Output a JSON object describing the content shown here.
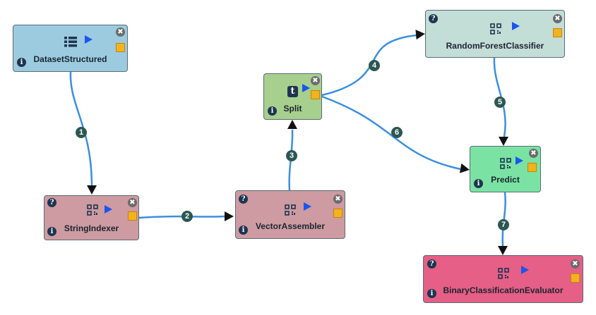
{
  "nodes": [
    {
      "key": "datasetstructured",
      "title": "DatasetStructured",
      "color": "#9ccbe0",
      "icon": "list-icon"
    },
    {
      "key": "stringindexer",
      "title": "StringIndexer",
      "color": "#cd9ba1",
      "icon": "qr-code-icon"
    },
    {
      "key": "vectorassembler",
      "title": "VectorAssembler",
      "color": "#cd9ba1",
      "icon": "qr-code-icon"
    },
    {
      "key": "split",
      "title": "Split",
      "color": "#a7cf8d",
      "icon": "t-icon",
      "icon_letter": "t"
    },
    {
      "key": "randomforestclassifier",
      "title": "RandomForestClassifier",
      "color": "#c3ddd7",
      "icon": "qr-code-icon"
    },
    {
      "key": "predict",
      "title": "Predict",
      "color": "#7ae3a3",
      "icon": "qr-code-icon"
    },
    {
      "key": "binaryclassificationevaluator",
      "title": "BinaryClassificationEvaluator",
      "color": "#e55f86",
      "icon": "qr-code-icon"
    }
  ],
  "edges": [
    {
      "label": "1",
      "from": "datasetstructured",
      "to": "stringindexer"
    },
    {
      "label": "2",
      "from": "stringindexer",
      "to": "vectorassembler"
    },
    {
      "label": "3",
      "from": "vectorassembler",
      "to": "split"
    },
    {
      "label": "4",
      "from": "split",
      "to": "randomforestclassifier"
    },
    {
      "label": "5",
      "from": "randomforestclassifier",
      "to": "predict"
    },
    {
      "label": "6",
      "from": "split",
      "to": "predict"
    },
    {
      "label": "7",
      "from": "predict",
      "to": "binaryclassificationevaluator"
    }
  ],
  "colors": {
    "edge": "#3a8fe0",
    "arrow": "#111111",
    "edge_label_bg": "#2c5752",
    "play": "#1a55f0",
    "status": "#f3b21e"
  },
  "glyphs": {
    "close": "✖",
    "info": "i",
    "help": "?"
  }
}
